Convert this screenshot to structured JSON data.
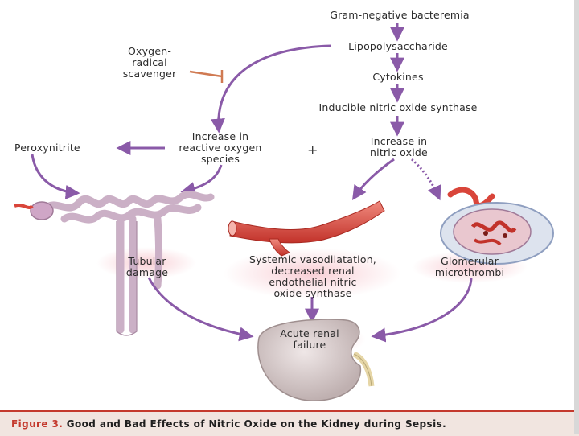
{
  "labels": {
    "gram_negative": "Gram-negative bacteremia",
    "lps": "Lipopolysaccharide",
    "cytokines": "Cytokines",
    "inos": "Inducible nitric oxide synthase",
    "increase_no": "Increase in\nnitric oxide",
    "increase_ros": "Increase in\nreactive oxygen\nspecies",
    "oxygen_radical_scavenger": "Oxygen-\nradical\nscavenger",
    "peroxynitrite": "Peroxynitrite",
    "plus": "+",
    "tubular_damage": "Tubular\ndamage",
    "systemic_vasodilatation": "Systemic vasodilatation,\ndecreased renal\nendothelial nitric\noxide synthase",
    "glomerular_microthrombi": "Glomerular\nmicrothrombi",
    "acute_renal_failure": "Acute renal\nfailure"
  },
  "caption": {
    "figure_no": "Figure 3.",
    "title": "Good and Bad Effects of Nitric Oxide on the Kidney during Sepsis."
  },
  "colors": {
    "arrow": "#8a5aa8",
    "inhibit": "#d07a52",
    "vessel": "#d9453a",
    "tubule": "#cbb0c6",
    "kidney": "#dcd2d2",
    "accent": "#c43a2e"
  }
}
